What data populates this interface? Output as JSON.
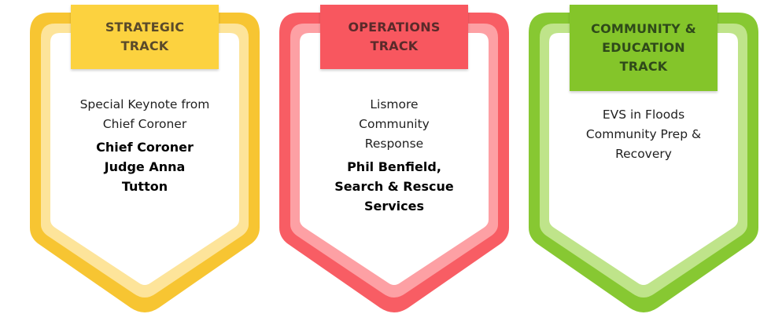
{
  "tracks": [
    {
      "title": "STRATEGIC TRACK",
      "description": "Special Keynote from Chief Coroner",
      "speaker": "Chief Coroner Judge Anna Tutton",
      "colors": {
        "outer": "#f7c532",
        "inner": "#fde49a",
        "tab": "#fcd23f",
        "tab_text": "#5a4a2a"
      }
    },
    {
      "title": "OPERATIONS TRACK",
      "description": "Lismore Community Response",
      "speaker": "Phil Benfield, Search & Rescue Services",
      "colors": {
        "outer": "#f85d64",
        "inner": "#fda0a4",
        "tab": "#f8575f",
        "tab_text": "#5a2a2a"
      }
    },
    {
      "title": "COMMUNITY & EDUCATION TRACK",
      "description": "EVS in Floods Community Prep & Recovery",
      "speaker": "",
      "colors": {
        "outer": "#87c832",
        "inner": "#bfe48a",
        "tab": "#84c52a",
        "tab_text": "#2f4a1a"
      }
    }
  ]
}
